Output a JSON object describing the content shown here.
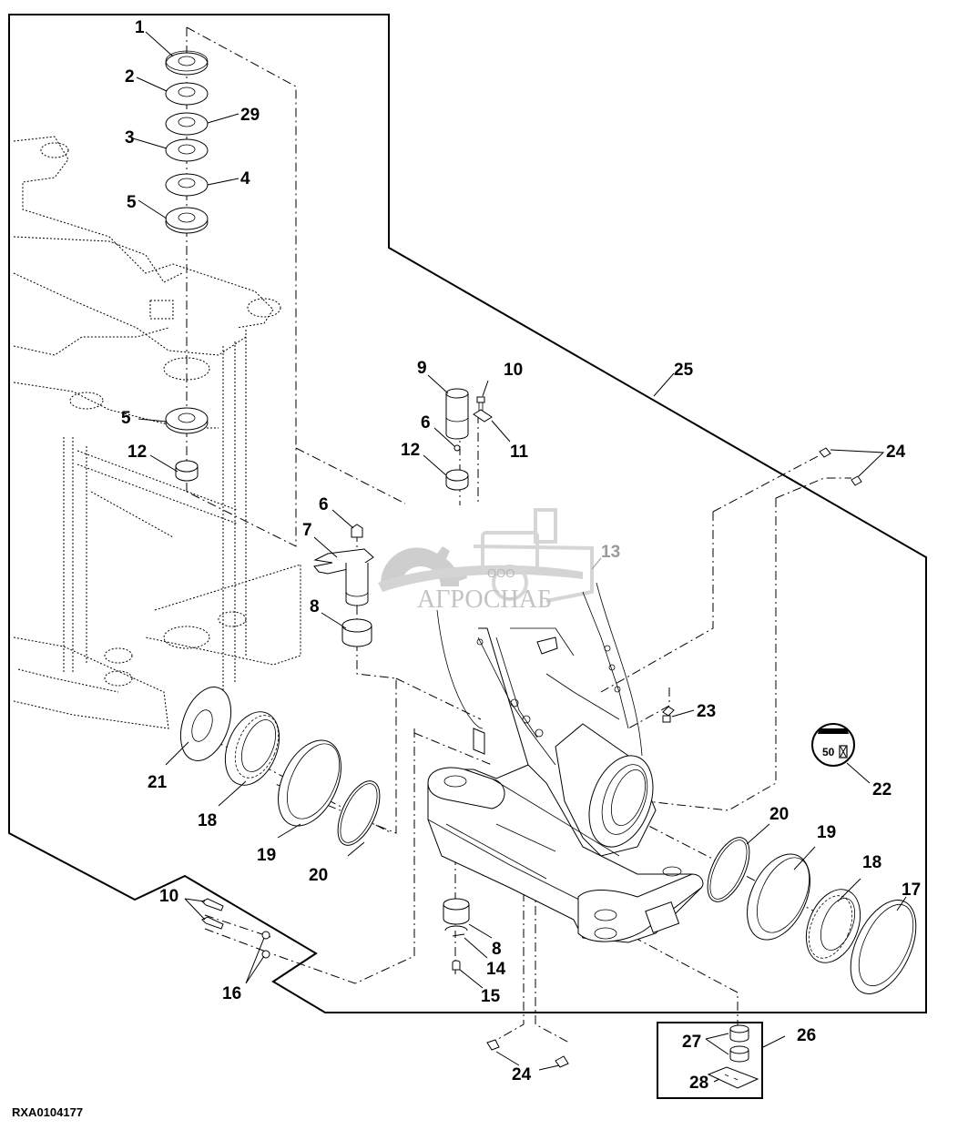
{
  "diagram": {
    "reference_code": "RXA0104177",
    "watermark": {
      "prefix": "ООО",
      "name": "АГРОСНАБ"
    },
    "lubrication_symbol": {
      "label": "50",
      "icon": "hourglass-icon"
    },
    "callouts": {
      "c1": "1",
      "c2": "2",
      "c29": "29",
      "c3": "3",
      "c4": "4",
      "c5a": "5",
      "c5b": "5",
      "c12a": "12",
      "c9": "9",
      "c10a": "10",
      "c6a": "6",
      "c11": "11",
      "c12b": "12",
      "c25": "25",
      "c24a": "24",
      "c6b": "6",
      "c7": "7",
      "c8a": "8",
      "c13": "13",
      "c23": "23",
      "c22": "22",
      "c21": "21",
      "c18a": "18",
      "c19a": "19",
      "c20a": "20",
      "c20b": "20",
      "c19b": "19",
      "c18b": "18",
      "c17": "17",
      "c10b": "10",
      "c16": "16",
      "c8b": "8",
      "c14": "14",
      "c15": "15",
      "c24b": "24",
      "c26": "26",
      "c27": "27",
      "c28": "28"
    }
  }
}
